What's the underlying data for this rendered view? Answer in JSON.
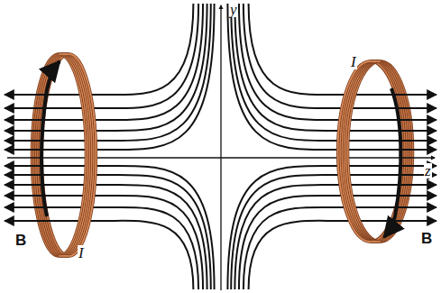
{
  "diagram": {
    "labels": [
      "y",
      "z",
      "I",
      "I",
      "B",
      "B"
    ]
  }
}
